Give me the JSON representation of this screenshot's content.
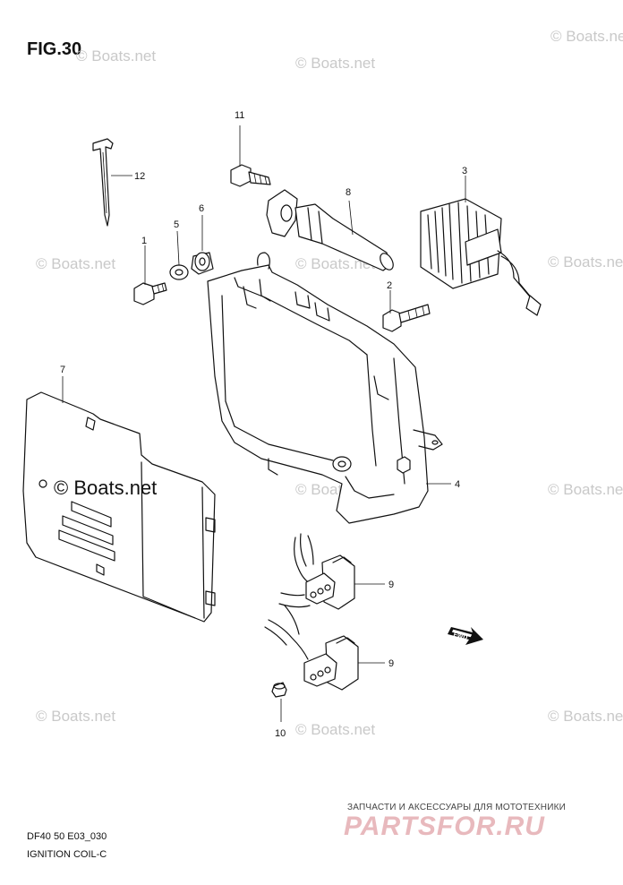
{
  "figure": {
    "title": "FIG.30",
    "model_code": "DF40 50 E03_030",
    "section": "IGNITION COIL-C"
  },
  "watermark": {
    "small": "© Boats.net",
    "large": "© Boats.net"
  },
  "fwd_label": "FWD",
  "callouts": {
    "c1": "1",
    "c2": "2",
    "c3": "3",
    "c4": "4",
    "c5": "5",
    "c6": "6",
    "c7": "7",
    "c8": "8",
    "c9a": "9",
    "c9b": "9",
    "c10": "10",
    "c11": "11",
    "c12": "12"
  },
  "promo": {
    "tagline": "ЗАПЧАСТИ И АКСЕССУАРЫ ДЛЯ МОТОТЕХНИКИ",
    "brand": "PARTSFOR.RU"
  }
}
